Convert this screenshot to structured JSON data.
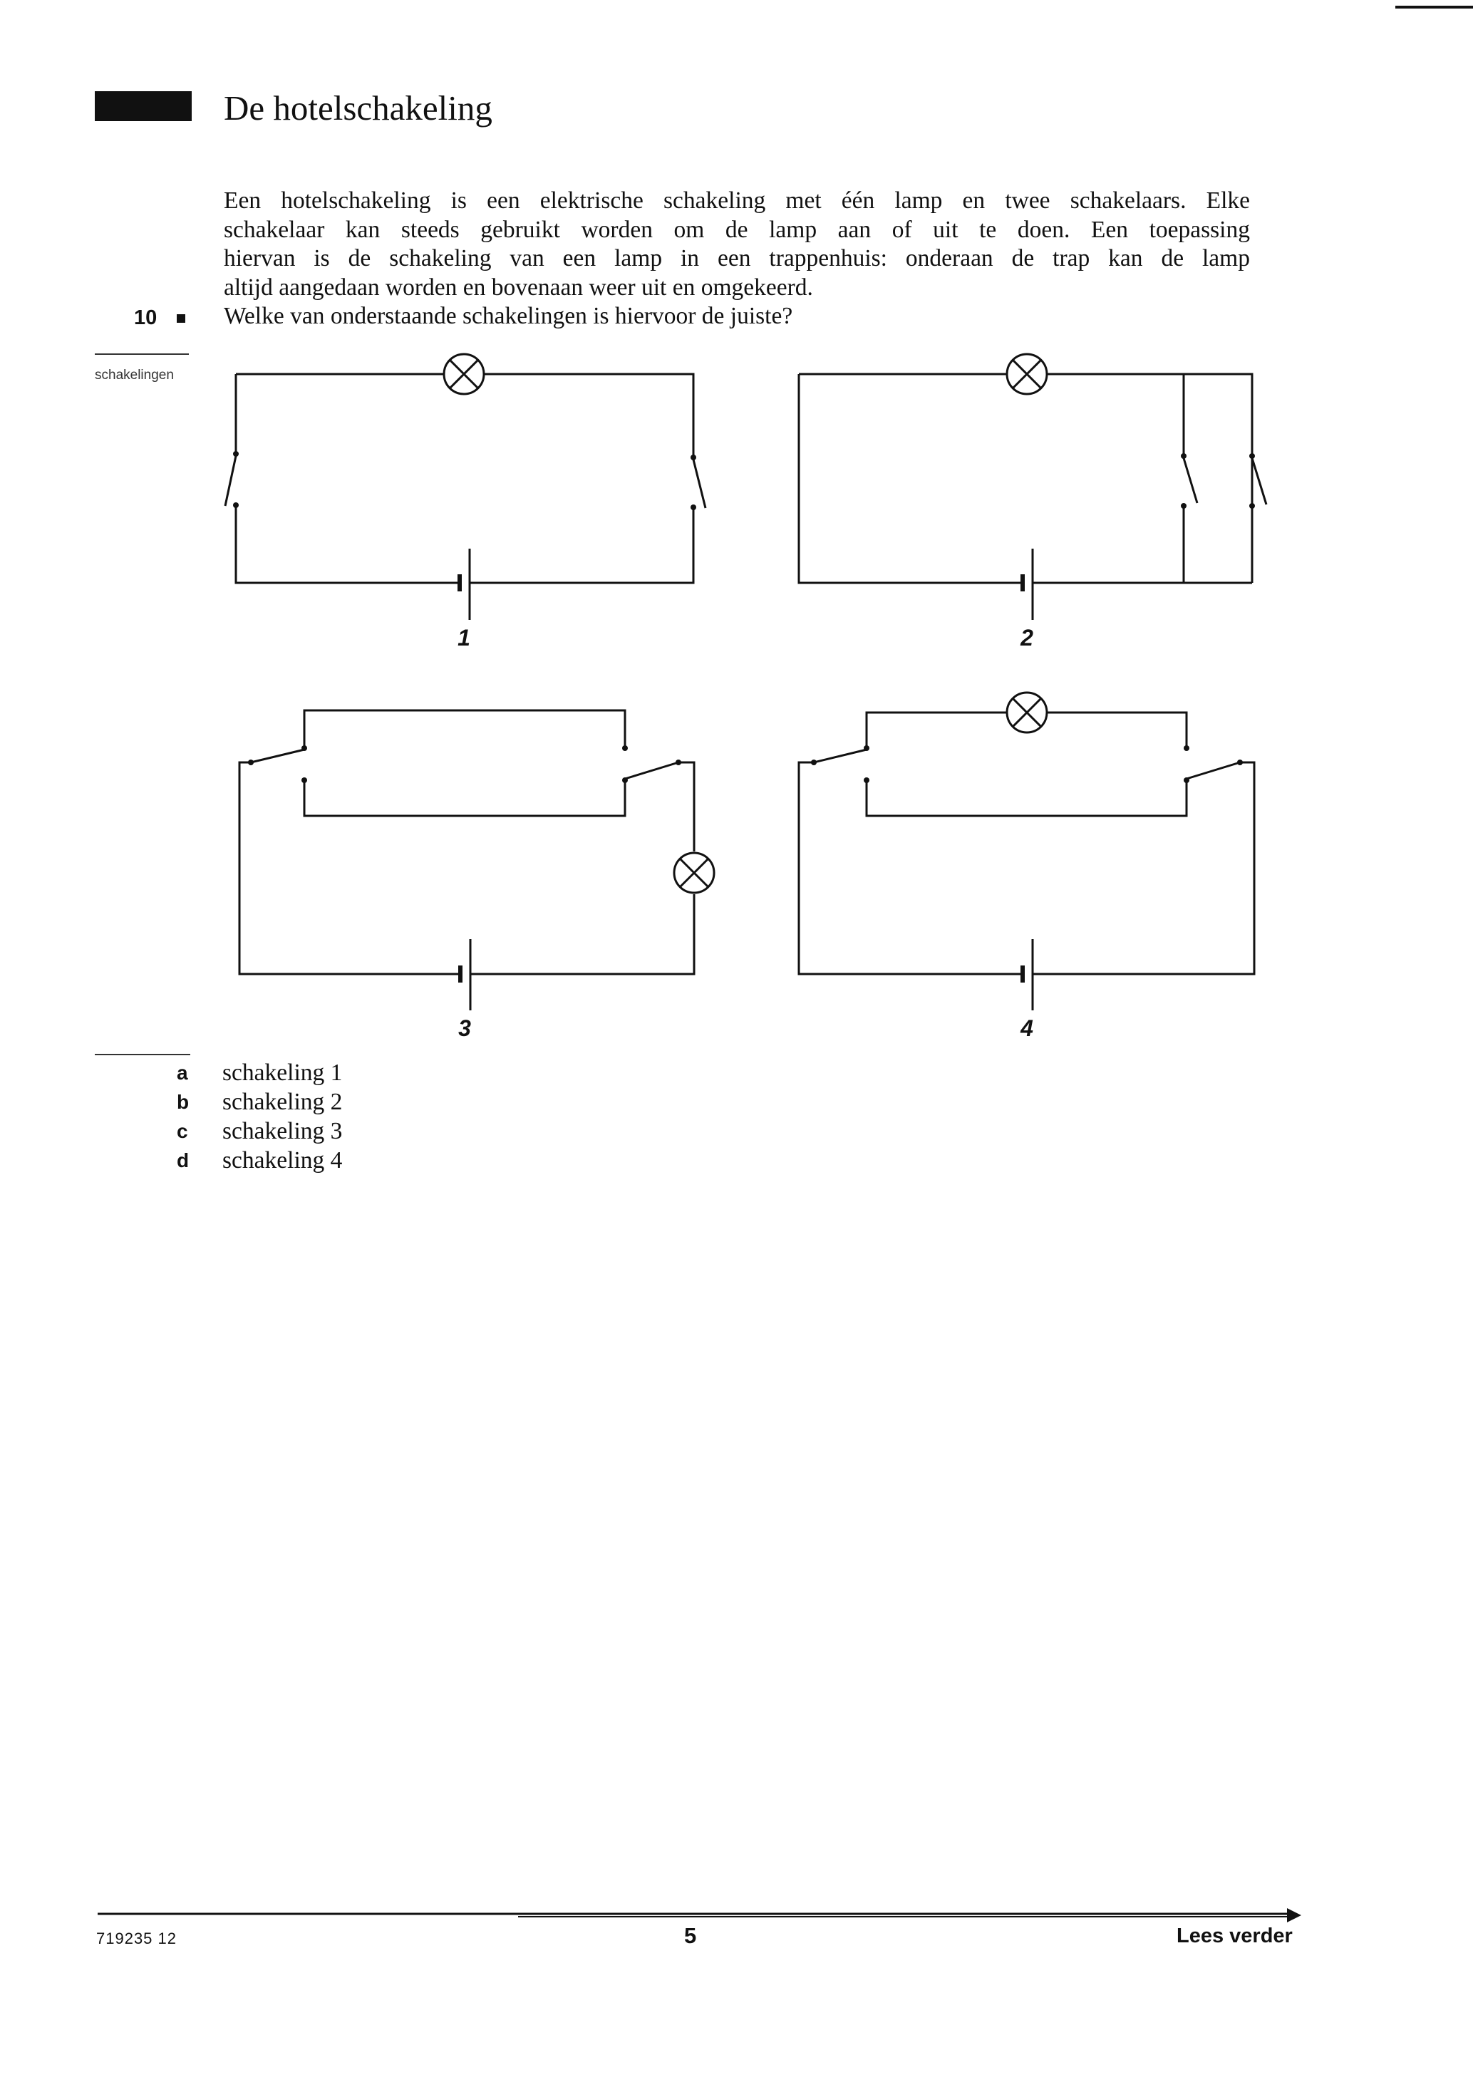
{
  "header": {
    "title": "De hotelschakeling"
  },
  "intro": {
    "lines": [
      "Een hotelschakeling is een elektrische schakeling met één lamp en twee schakelaars. Elke",
      "schakelaar kan steeds gebruikt worden om de lamp aan of uit te doen. Een toepassing",
      "hiervan is de schakeling van een lamp in een trappenhuis: onderaan de trap kan de lamp",
      "altijd aangedaan worden en bovenaan weer uit en omgekeerd."
    ]
  },
  "question": {
    "number": "10",
    "text": "Welke van onderstaande schakelingen is hiervoor de juiste?"
  },
  "margin": {
    "topic": "schakelingen"
  },
  "diagrams": {
    "labels": [
      "1",
      "2",
      "3",
      "4"
    ]
  },
  "options": [
    {
      "letter": "a",
      "text": "schakeling 1"
    },
    {
      "letter": "b",
      "text": "schakeling 2"
    },
    {
      "letter": "c",
      "text": "schakeling 3"
    },
    {
      "letter": "d",
      "text": "schakeling 4"
    }
  ],
  "footer": {
    "code": "719235  12",
    "page": "5",
    "next": "Lees verder"
  }
}
